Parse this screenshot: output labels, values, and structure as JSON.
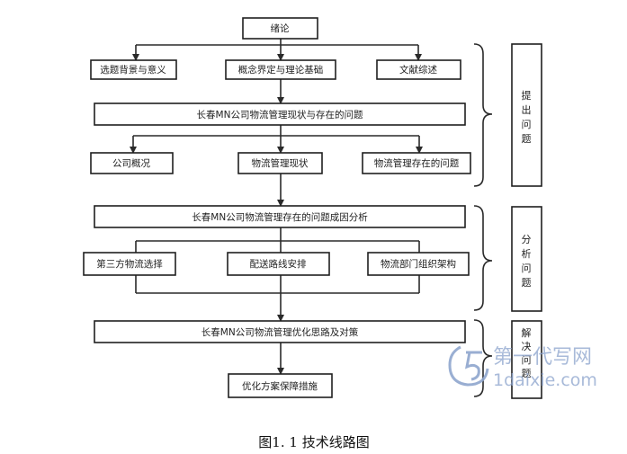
{
  "diagram": {
    "top": "绪论",
    "row1": [
      "选题背景与意义",
      "概念界定与理论基础",
      "文献综述"
    ],
    "main1": "长春MN公司物流管理现状与存在的问题",
    "row2": [
      "公司概况",
      "物流管理现状",
      "物流管理存在的问题"
    ],
    "main2": "长春MN公司物流管理存在的问题成因分析",
    "row3": [
      "第三方物流选择",
      "配送路线安排",
      "物流部门组织架构"
    ],
    "main3": "长春MN公司物流管理优化思路及对策",
    "bottom": "优化方案保障措施",
    "stages": [
      "提出问题",
      "分析问题",
      "解决问题"
    ]
  },
  "caption": "图1. 1  技术线路图",
  "watermark": {
    "brand": "第一代写网",
    "url": "1daixie.com"
  },
  "colors": {
    "line": "#2a2a2a",
    "watermark": "#8fa6ce"
  }
}
